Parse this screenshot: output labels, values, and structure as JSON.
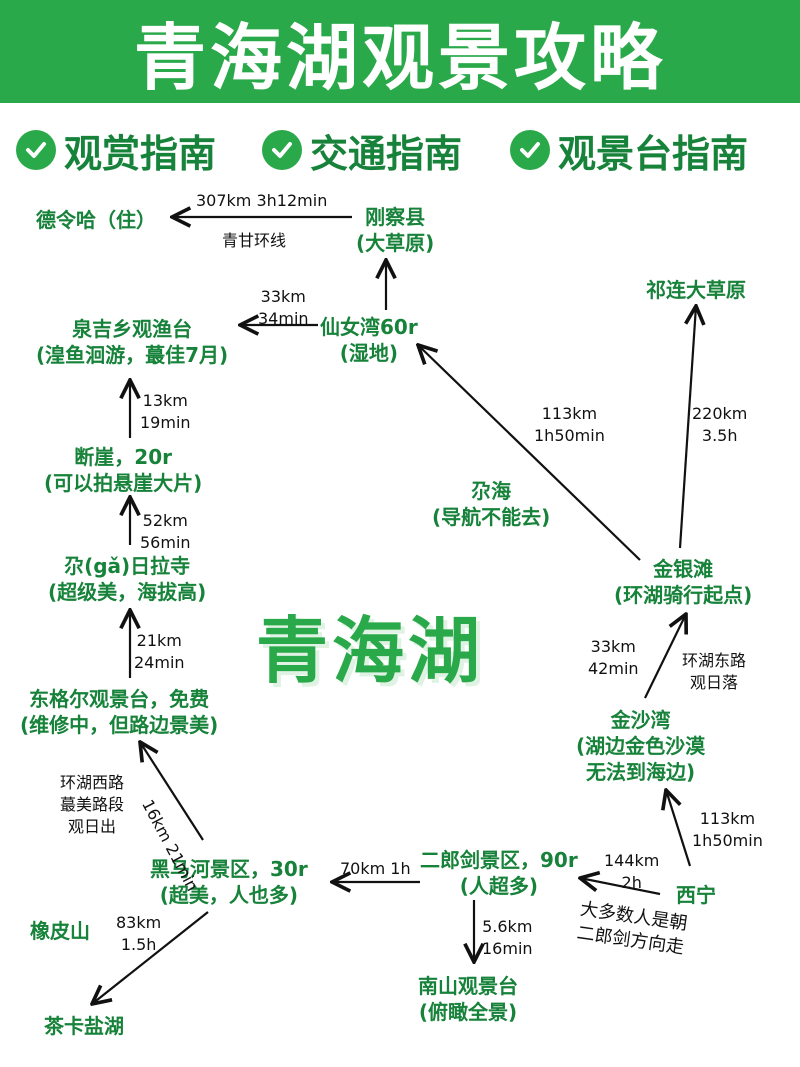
{
  "title": "青海湖观景攻略",
  "guides": [
    "观赏指南",
    "交通指南",
    "观景台指南"
  ],
  "center_label": "青海湖",
  "nodes": {
    "delingha": "德令哈（住）",
    "gangcha_1": "刚察县",
    "gangcha_2": "(大草原)",
    "xiannvwan_1": "仙女湾60r",
    "xiannvwan_2": "(湿地)",
    "quanjixiang_1": "泉吉乡观渔台",
    "quanjixiang_2": "(湟鱼洄游，蕞佳7月)",
    "duanya_1": "断崖，20r",
    "duanya_2": "(可以拍悬崖大片)",
    "ga_rila_1": "尕(gǎ)日拉寺",
    "ga_rila_2": "(超级美，海拔高)",
    "donggeer_1": "东格尔观景台，免费",
    "donggeer_2": "(维修中，但路边景美)",
    "heimahe_1": "黑马河景区，30r",
    "heimahe_2": "(超美，人也多)",
    "xiangpishan": "橡皮山",
    "chaka": "茶卡盐湖",
    "erlangjian_1": "二郎剑景区，90r",
    "erlangjian_2": "(人超多)",
    "nanshan_1": "南山观景台",
    "nanshan_2": "(俯瞰全景)",
    "xining": "西宁",
    "jinshawan_1": "金沙湾",
    "jinshawan_2": "(湖边金色沙漠",
    "jinshawan_3": "无法到海边)",
    "jinyintan_1": "金银滩",
    "jinyintan_2": "(环湖骑行起点)",
    "qilian": "祁连大草原",
    "gahai_1": "尕海",
    "gahai_2": "(导航不能去)"
  },
  "notes": {
    "gangcha_delingha_1": "307km  3h12min",
    "gangcha_delingha_2": "青甘环线",
    "xiannvwan_quanji_1": "33km",
    "xiannvwan_quanji_2": "34min",
    "duanya_quanji_1": "13km",
    "duanya_quanji_2": "19min",
    "garila_duanya_1": "52km",
    "garila_duanya_2": "56min",
    "donggeer_garila_1": "21km",
    "donggeer_garila_2": "24min",
    "heimahe_donggeer": "16km  21min",
    "west_road_1": "环湖西路",
    "west_road_2": "蕞美路段",
    "west_road_3": "观日出",
    "erlangjian_heimahe": "70km  1h",
    "heimahe_chaka_1": "83km",
    "heimahe_chaka_2": "1.5h",
    "erlangjian_nanshan_1": "5.6km",
    "erlangjian_nanshan_2": "16min",
    "xining_erlangjian_1": "144km",
    "xining_erlangjian_2": "2h",
    "most_people_1": "大多数人是朝",
    "most_people_2": "二郎剑方向走",
    "xining_jinshawan_1": "113km",
    "xining_jinshawan_2": "1h50min",
    "jinshawan_jinyintan_1": "33km",
    "jinshawan_jinyintan_2": "42min",
    "east_road_1": "环湖东路",
    "east_road_2": "观日落",
    "jinyintan_xiannvwan_1": "113km",
    "jinyintan_xiannvwan_2": "1h50min",
    "jinyintan_qilian_1": "220km",
    "jinyintan_qilian_2": "3.5h"
  },
  "colors": {
    "banner": "#2aa94a",
    "node_text": "#17823a",
    "arrow": "#111111"
  },
  "icons": {
    "guide_check": "check-circle-icon"
  }
}
